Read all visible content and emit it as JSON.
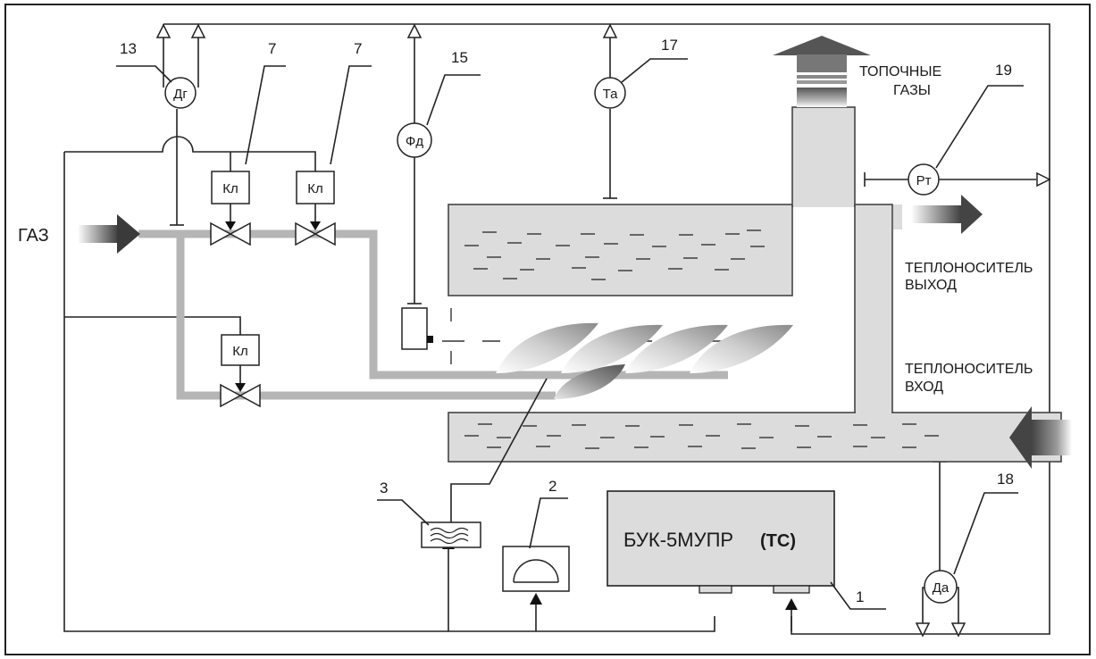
{
  "labels": {
    "gas": "ГАЗ",
    "flue_gases_1": "ТОПОЧНЫЕ",
    "flue_gases_2": "ГАЗЫ",
    "coolant_out_1": "ТЕПЛОНОСИТЕЛЬ",
    "coolant_out_2": "ВЫХОД",
    "coolant_in_1": "ТЕПЛОНОСИТЕЛЬ",
    "coolant_in_2": "ВХОД"
  },
  "sensors": {
    "gas_pressure": "Дг",
    "flame": "Фд",
    "emergency_temp": "Та",
    "coolant_pressure": "Рт",
    "emergency_pressure": "Да"
  },
  "valves": {
    "valve_1": "Кл",
    "valve_2": "Кл",
    "valve_pilot": "Кл"
  },
  "controller": {
    "name": "БУК-5МУПР",
    "suffix": "(ТС)"
  },
  "callouts": {
    "n13": "13",
    "n7a": "7",
    "n7b": "7",
    "n15": "15",
    "n17": "17",
    "n19": "19",
    "n18": "18",
    "n3": "3",
    "n2": "2",
    "n1": "1"
  },
  "colors": {
    "tank_fill": "#dcdcdc",
    "pipe": "#b5b5b5",
    "arrow_dark": "#555555",
    "frame": "#222222"
  }
}
